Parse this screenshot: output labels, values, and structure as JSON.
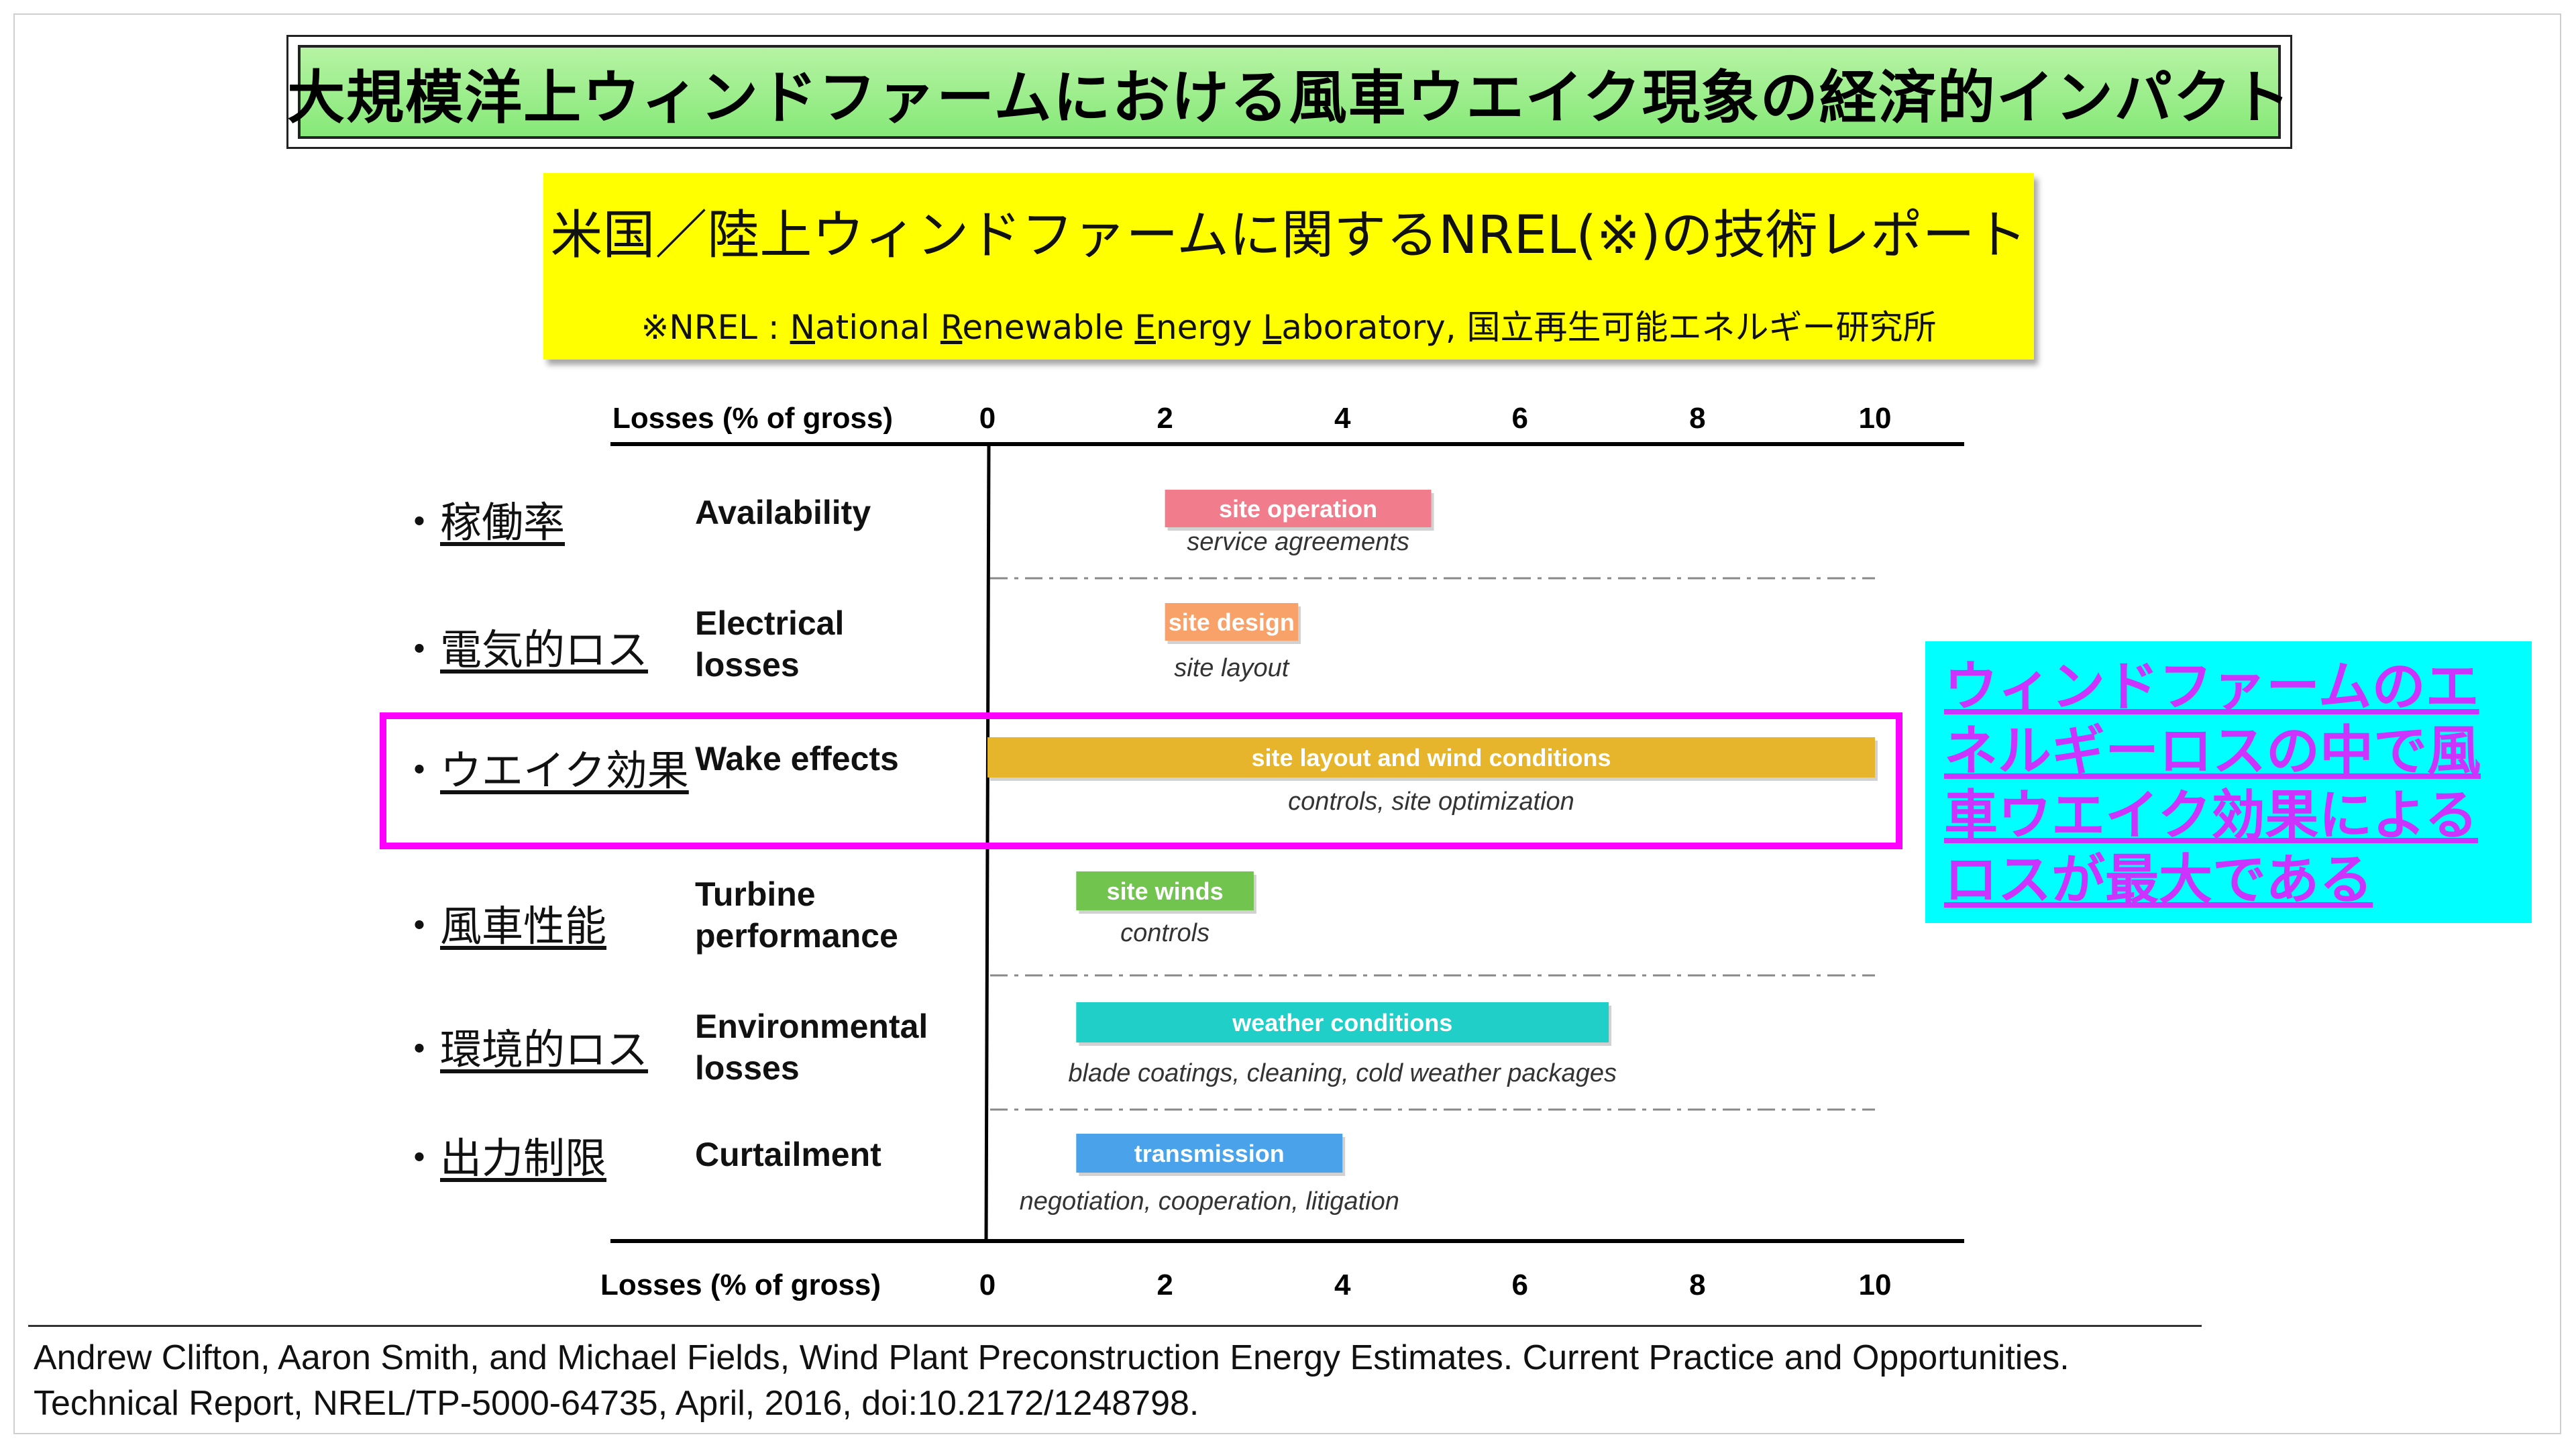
{
  "title": "大規模洋上ウィンドファームにおける風車ウエイク現象の経済的インパクト",
  "subtitle": {
    "main": "米国／陸上ウィンドファームに関するNREL(※)の技術レポート",
    "note_prefix": "※NREL : ",
    "note_words": [
      "National",
      "Renewable",
      "Energy",
      "Laboratory,"
    ],
    "note_suffix": " 国立再生可能エネルギー研究所"
  },
  "chart_data": {
    "type": "bar",
    "orientation": "horizontal-range",
    "axis_label": "Losses (% of gross)",
    "xlim": [
      0,
      10
    ],
    "ticks": [
      0,
      2,
      4,
      6,
      8,
      10
    ],
    "categories": [
      {
        "jp": "稼働率",
        "en": "Availability",
        "bar": {
          "label": "site operation",
          "start": 2,
          "end": 5,
          "color": "#f17d8c"
        },
        "note": "service agreements"
      },
      {
        "jp": "電気的ロス",
        "en": "Electrical losses",
        "bar": {
          "label": "site design",
          "start": 2,
          "end": 3.5,
          "color": "#f8a26a"
        },
        "note": "site layout"
      },
      {
        "jp": "ウエイク効果",
        "en": "Wake effects",
        "bar": {
          "label": "site layout and wind conditions",
          "start": 0,
          "end": 10,
          "color": "#e6b52c"
        },
        "note": "controls, site optimization"
      },
      {
        "jp": "風車性能",
        "en": "Turbine performance",
        "bar": {
          "label": "site winds",
          "start": 1,
          "end": 3,
          "color": "#71c44e"
        },
        "note": "controls"
      },
      {
        "jp": "環境的ロス",
        "en": "Environmental losses",
        "bar": {
          "label": "weather conditions",
          "start": 1,
          "end": 7,
          "color": "#1fcfc8"
        },
        "note": "blade coatings, cleaning, cold weather packages"
      },
      {
        "jp": "出力制限",
        "en": "Curtailment",
        "bar": {
          "label": "transmission",
          "start": 1,
          "end": 4,
          "color": "#4aa3ea"
        },
        "note": "negotiation, cooperation, litigation"
      }
    ]
  },
  "callout": "ウィンドファームのエネルギーロスの中で風車ウエイク効果によるロスが最大である",
  "reference": {
    "line1": "Andrew Clifton, Aaron Smith, and Michael Fields, Wind Plant Preconstruction Energy Estimates. Current Practice and Opportunities.",
    "line2": "Technical Report, NREL/TP-5000-64735, April, 2016, doi:10.2172/1248798."
  },
  "colors": {
    "title_bg": "#98ee86",
    "subtitle_bg": "#ffff00",
    "highlight_border": "#ff00ff",
    "callout_bg": "#00ffff",
    "callout_text": "#cc33ff"
  }
}
